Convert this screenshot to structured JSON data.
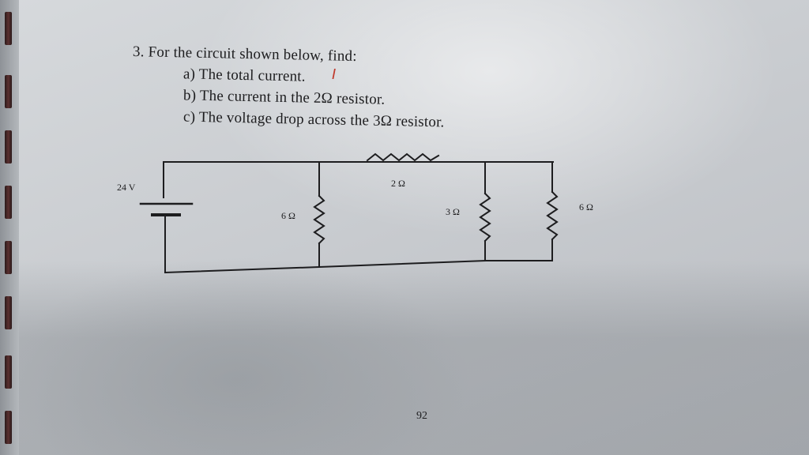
{
  "problem": {
    "heading": "3. For the circuit shown below, find:",
    "part_a": "a) The total current.",
    "part_a_annotation": "I",
    "part_b": "b) The current in the 2Ω resistor.",
    "part_c": "c) The voltage drop across the 3Ω resistor."
  },
  "circuit": {
    "source_label": "24 V",
    "r_series_label": "2 Ω",
    "r_left_label": "6 Ω",
    "r_middle_label": "3 Ω",
    "r_right_label": "6 Ω"
  },
  "page_number": "92",
  "colors": {
    "ink": "#1d1d1f",
    "annotation": "#c0392b"
  }
}
